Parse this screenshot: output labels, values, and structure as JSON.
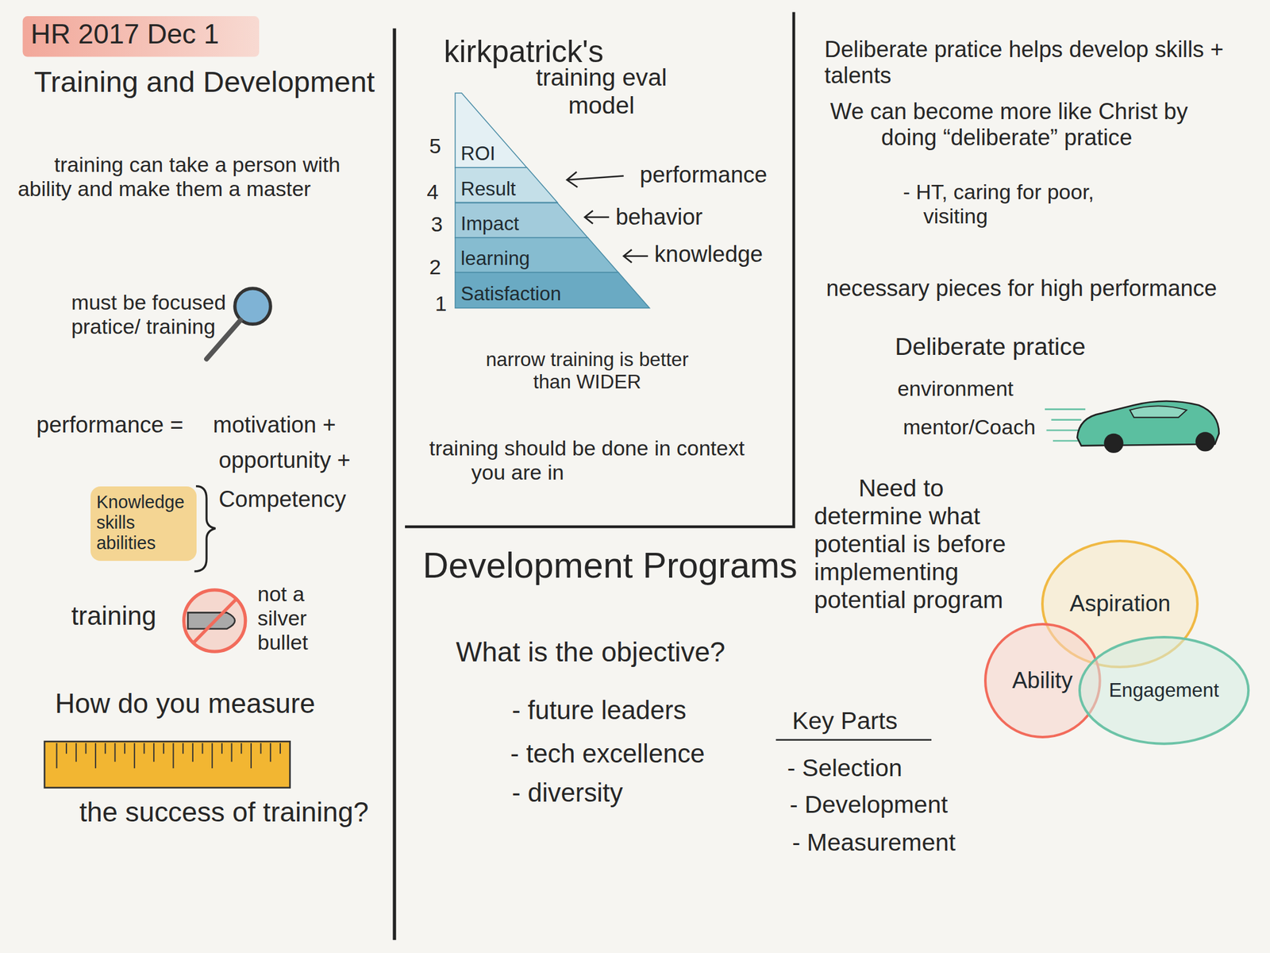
{
  "diagram": {
    "title": "HR 2017 Dec 1",
    "nodes": [
      {
        "text": [
          "Knowledge skills abilities"
        ]
      },
      {
        "text": [
          "ROI"
        ]
      },
      {
        "text": [
          "Result"
        ]
      },
      {
        "text": [
          "Impact"
        ]
      },
      {
        "text": [
          "learning"
        ]
      },
      {
        "text": [
          "Satisfaction"
        ]
      },
      {
        "text": [
          "Aspiration"
        ]
      },
      {
        "text": [
          "Ability"
        ]
      },
      {
        "text": [
          "Engagement"
        ]
      }
    ],
    "labels": [
      "Training and Development",
      "training can take a person with ability and make them a master",
      "must be focused pratice/ training",
      "performance =",
      "motivation +",
      "opportunity +",
      "Competency",
      "training",
      "not a silver bullet",
      "How do you measure",
      "the success of training?",
      "kirkpatrick's",
      "training eval model",
      "5",
      "4",
      "3",
      "2",
      "1",
      "performance",
      "behavior",
      "knowledge",
      "narrow training is better than WIDER",
      "training should be done in context you are in",
      "Development Programs",
      "What is the objective?",
      "- future leaders",
      "- tech excellence",
      "- diversity",
      "Deliberate pratice helps develop skills + talents",
      "We can become more like Christ by doing “deliberate” pratice",
      "- HT, caring for poor, visiting",
      "necessary pieces for high performance",
      "Deliberate pratice",
      "environment",
      "mentor/Coach",
      "Need to determine what potential is before implementing potential program",
      "Key Parts",
      "- Selection",
      "- Development",
      "- Measurement"
    ]
  }
}
